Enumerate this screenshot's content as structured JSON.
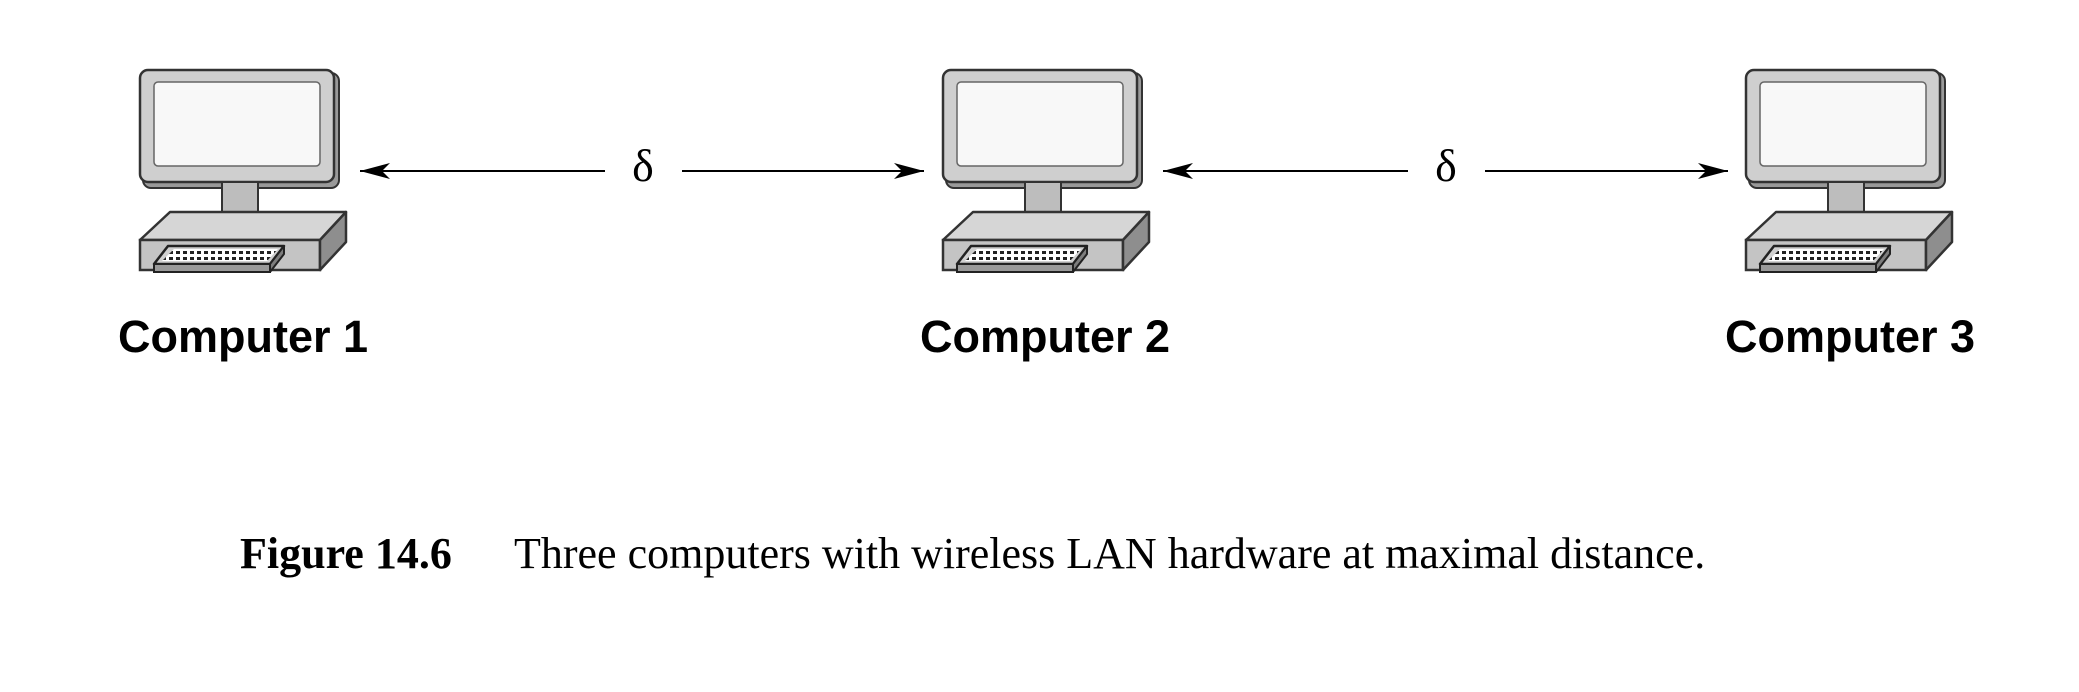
{
  "computers": [
    {
      "label": "Computer 1"
    },
    {
      "label": "Computer 2"
    },
    {
      "label": "Computer 3"
    }
  ],
  "links": [
    {
      "label": "δ"
    },
    {
      "label": "δ"
    }
  ],
  "caption": {
    "label": "Figure 14.6",
    "text": "Three computers with wireless LAN hardware at maximal distance."
  }
}
